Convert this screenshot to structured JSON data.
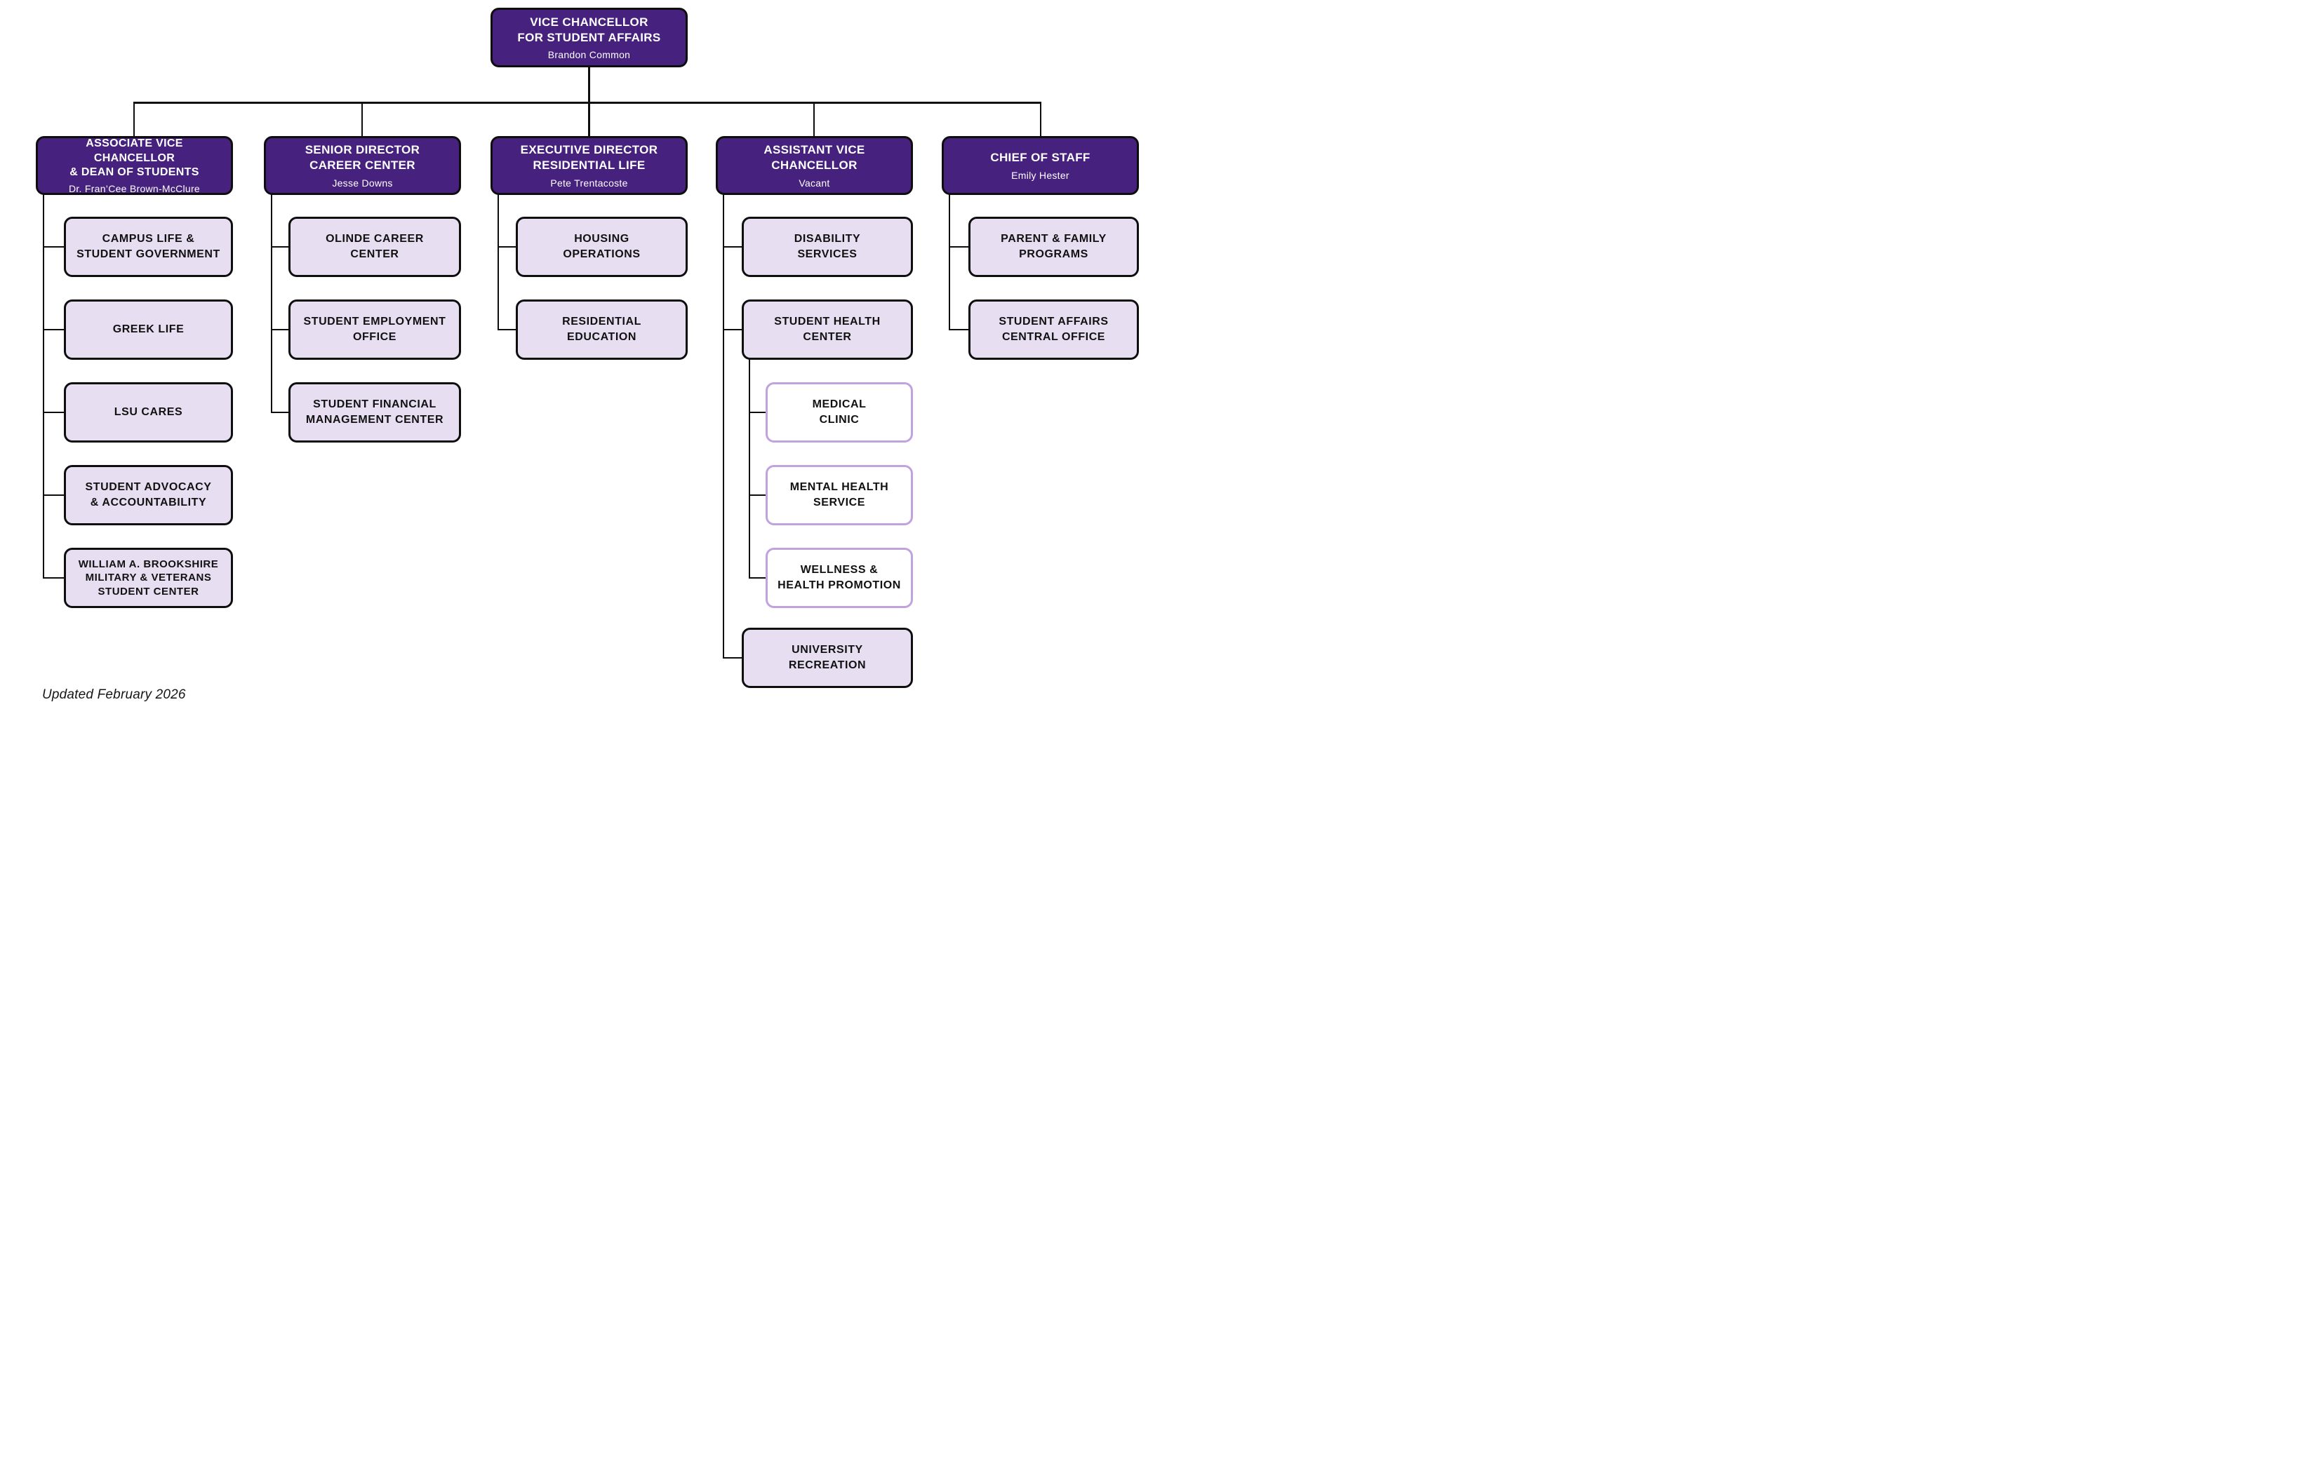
{
  "page": {
    "background": "#ffffff",
    "updated_note": "Updated February 2026"
  },
  "colors": {
    "brand_purple": "#46217d",
    "node_fill_lavender": "#e8def2",
    "node_outline_black": "#0e0e0e",
    "subnode_border_lavender": "#bfa2de",
    "text_on_purple": "#ffffff",
    "text_dark": "#111111"
  },
  "org": {
    "root": {
      "title": "VICE CHANCELLOR\nFOR STUDENT AFFAIRS",
      "person": "Brandon Common"
    },
    "divisions": [
      {
        "title": "ASSOCIATE VICE CHANCELLOR\n& DEAN OF STUDENTS",
        "person": "Dr. Fran’Cee Brown-McClure",
        "units": [
          {
            "label": "CAMPUS LIFE &\nSTUDENT GOVERNMENT"
          },
          {
            "label": "GREEK LIFE"
          },
          {
            "label": "LSU CARES"
          },
          {
            "label": "STUDENT ADVOCACY\n& ACCOUNTABILITY"
          },
          {
            "label": "WILLIAM A. BROOKSHIRE\nMILITARY & VETERANS\nSTUDENT CENTER"
          }
        ]
      },
      {
        "title": "SENIOR DIRECTOR\nCAREER CENTER",
        "person": "Jesse Downs",
        "units": [
          {
            "label": "OLINDE CAREER\nCENTER"
          },
          {
            "label": "STUDENT EMPLOYMENT\nOFFICE"
          },
          {
            "label": "STUDENT FINANCIAL\nMANAGEMENT CENTER"
          }
        ]
      },
      {
        "title": "EXECUTIVE DIRECTOR\nRESIDENTIAL LIFE",
        "person": "Pete Trentacoste",
        "units": [
          {
            "label": "HOUSING\nOPERATIONS"
          },
          {
            "label": "RESIDENTIAL\nEDUCATION"
          }
        ]
      },
      {
        "title": "ASSISTANT VICE CHANCELLOR",
        "person": "Vacant",
        "units": [
          {
            "label": "DISABILITY\nSERVICES"
          },
          {
            "label": "STUDENT HEALTH\nCENTER",
            "children": [
              {
                "label": "MEDICAL\nCLINIC"
              },
              {
                "label": "MENTAL HEALTH\nSERVICE"
              },
              {
                "label": "WELLNESS &\nHEALTH PROMOTION"
              }
            ]
          },
          {
            "label": "UNIVERSITY\nRECREATION"
          }
        ]
      },
      {
        "title": "CHIEF OF STAFF",
        "person": "Emily Hester",
        "units": [
          {
            "label": "PARENT & FAMILY\nPROGRAMS"
          },
          {
            "label": "STUDENT AFFAIRS\nCENTRAL OFFICE"
          }
        ]
      }
    ]
  }
}
